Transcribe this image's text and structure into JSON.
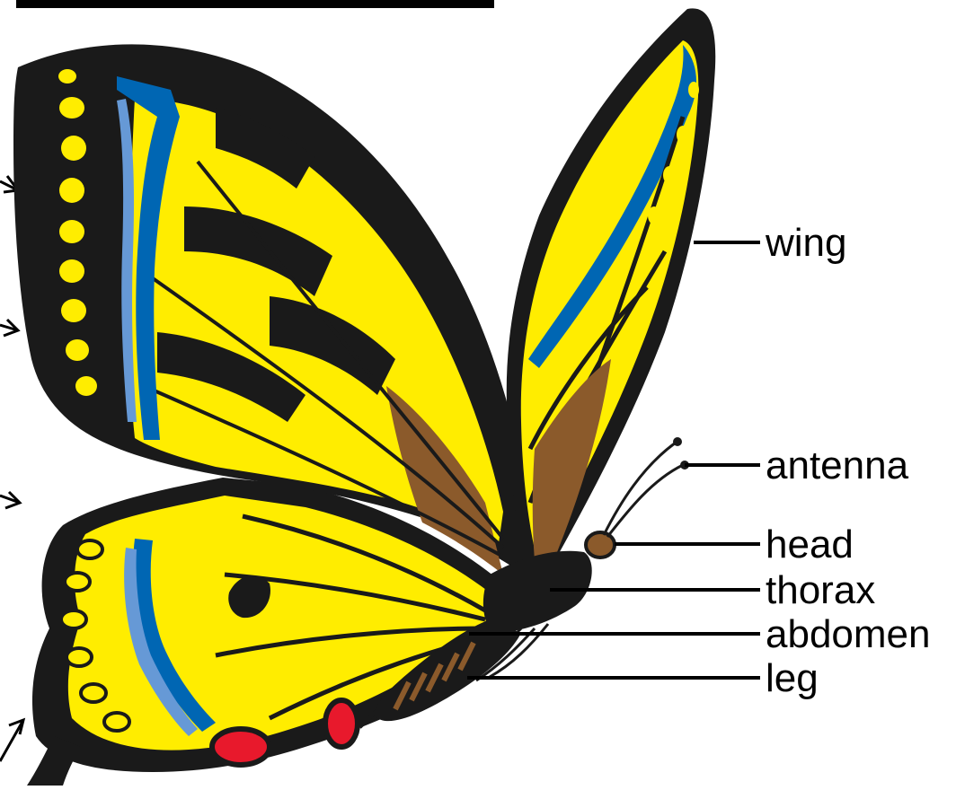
{
  "labels": {
    "wing": "wing",
    "antenna": "antenna",
    "head": "head",
    "thorax": "thorax",
    "abdomen": "abdomen",
    "leg": "leg"
  },
  "colors": {
    "wing_yellow": "#ffed00",
    "wing_black": "#1a1a1a",
    "blue": "#0066b3",
    "light_blue": "#6699d6",
    "brown": "#8b5a2b",
    "red": "#e8192c"
  }
}
